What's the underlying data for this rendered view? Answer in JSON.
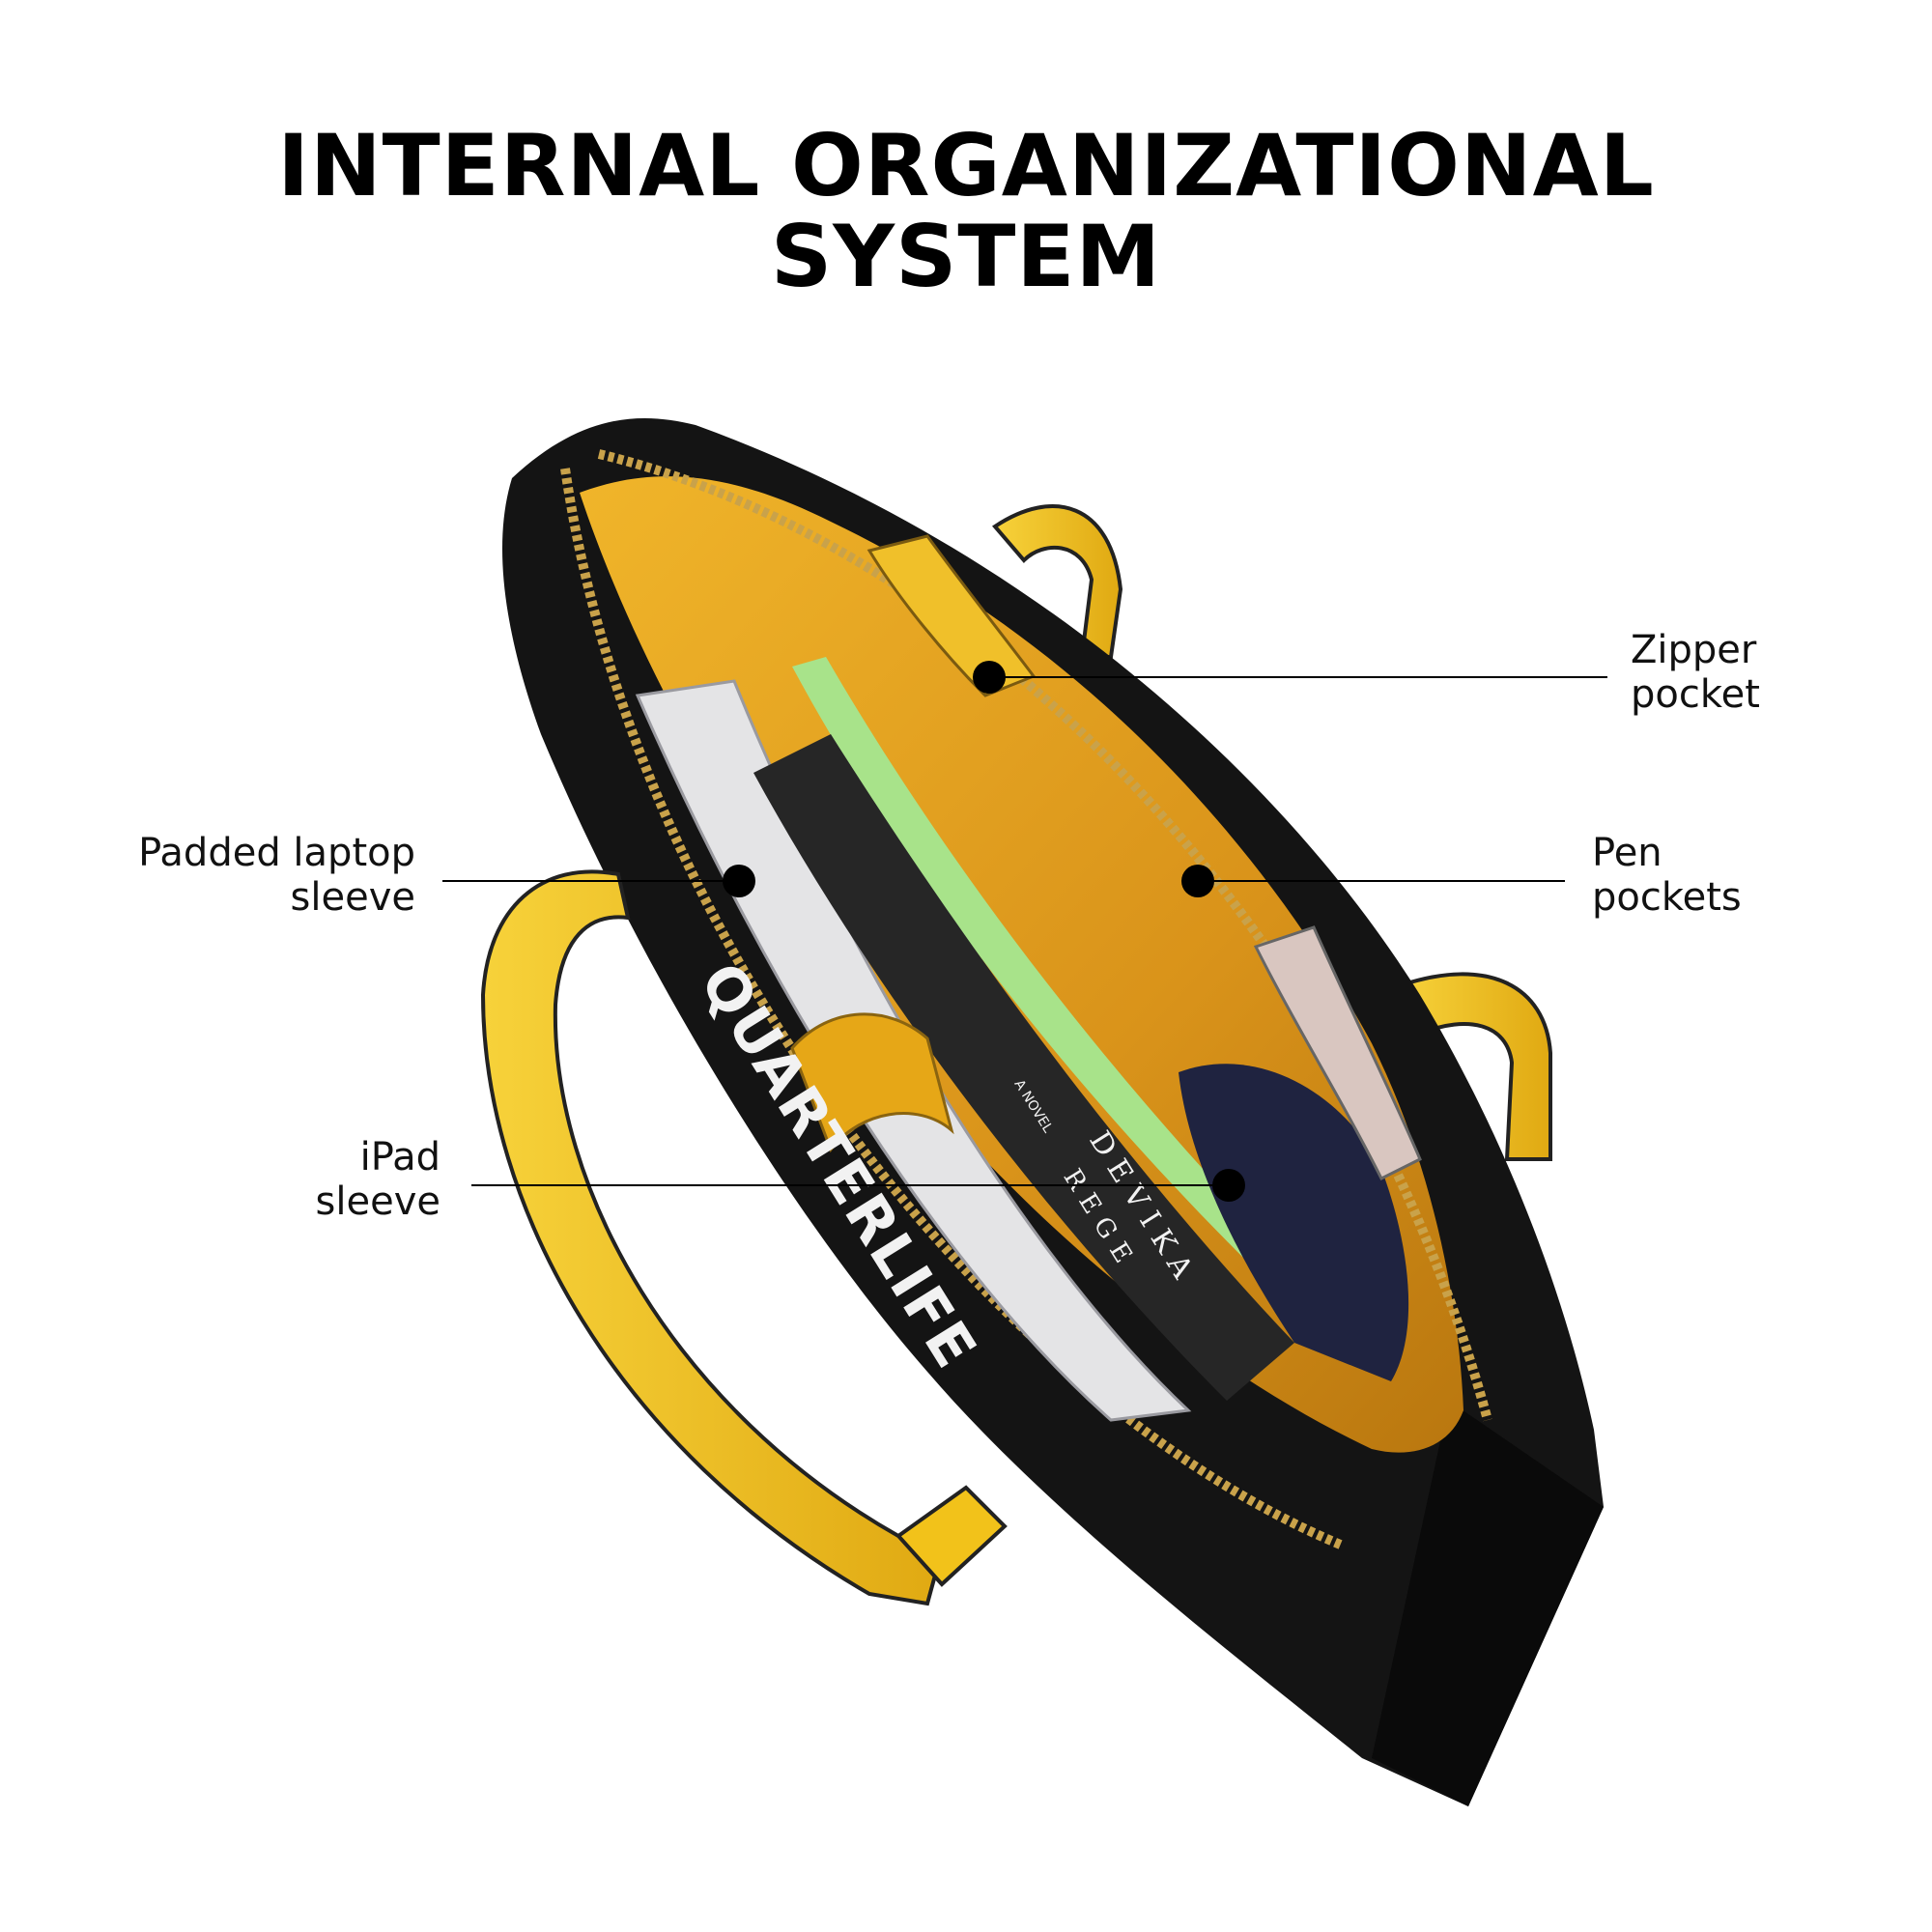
{
  "title": {
    "line1": "INTERNAL ORGANIZATIONAL",
    "line2": "SYSTEM"
  },
  "callouts": [
    {
      "id": "zipper-pocket",
      "lines": [
        "Zipper",
        "pocket"
      ]
    },
    {
      "id": "pen-pockets",
      "lines": [
        "Pen",
        "pockets"
      ]
    },
    {
      "id": "padded-laptop-sleeve",
      "lines": [
        "Padded laptop",
        "sleeve"
      ]
    },
    {
      "id": "ipad-sleeve",
      "lines": [
        "iPad",
        "sleeve"
      ]
    }
  ],
  "book": {
    "title": "QUARTERLIFE",
    "subtitle": "A NOVEL",
    "author_line1": "DEVIKA",
    "author_line2": "REGE"
  },
  "colors": {
    "leather": "#141414",
    "lining": "#e3a21a",
    "handle": "#f2c21a",
    "zipper": "#c9a24a",
    "book": "#262626",
    "tablet": "#e4e4e6",
    "binder": "#a8e38a"
  }
}
